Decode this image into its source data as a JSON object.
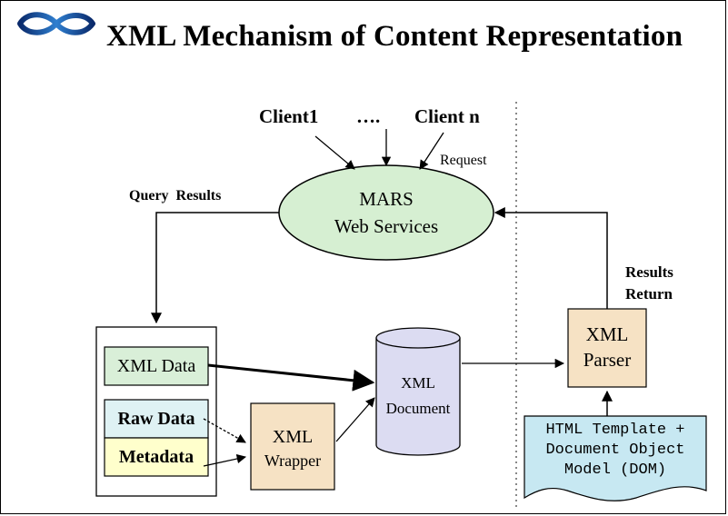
{
  "title": "XML Mechanism of Content Representation",
  "clients": {
    "client1": "Client1",
    "ellipsis": "….",
    "clientn": "Client n"
  },
  "labels": {
    "request": "Request",
    "query_results": "Query Results",
    "results_return_line1": "Results",
    "results_return_line2": "Return"
  },
  "mars": {
    "line1": "MARS",
    "line2": "Web Services"
  },
  "data_store": {
    "xml_data": "XML Data",
    "raw_data": "Raw Data",
    "metadata": "Metadata"
  },
  "wrapper": {
    "line1": "XML",
    "line2": "Wrapper"
  },
  "document": {
    "line1": "XML",
    "line2": "Document"
  },
  "parser": {
    "line1": "XML",
    "line2": "Parser"
  },
  "template": {
    "line1": "HTML Template +",
    "line2": "Document Object",
    "line3": "Model (DOM)"
  },
  "colors": {
    "ellipse_fill": "#d6efd2",
    "xml_data_fill": "#d9efd8",
    "raw_data_fill": "#dff2f4",
    "metadata_fill": "#ffffcc",
    "wrapper_fill": "#f6e2c4",
    "parser_fill": "#f6e2c4",
    "cylinder_fill": "#dcdcf2",
    "template_fill": "#c7e8f2",
    "logo_blue": "#1f5fa8"
  }
}
